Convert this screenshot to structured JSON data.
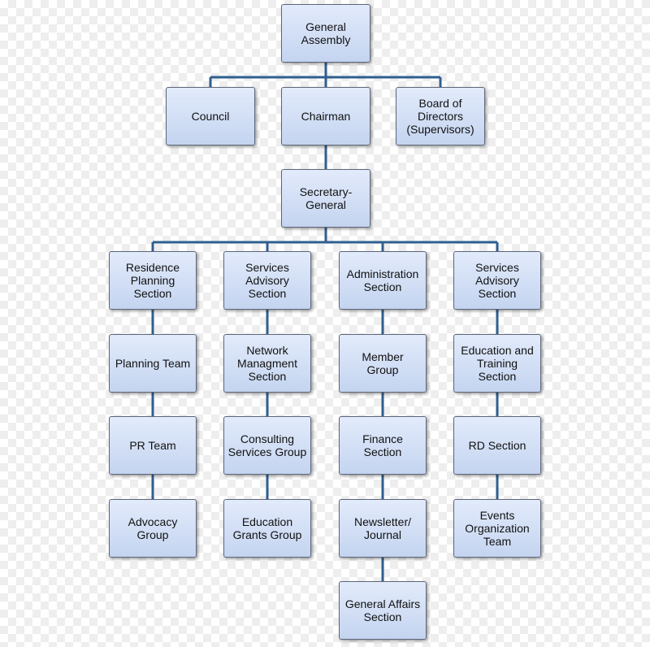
{
  "diagram": {
    "type": "org-chart",
    "colors": {
      "box_fill_top": "#e2ebfb",
      "box_fill_bottom": "#c4d4f0",
      "box_border": "#5d6678",
      "connector": "#2f5f8f",
      "text": "#111111"
    },
    "nodes": [
      {
        "id": "general-assembly",
        "label": "General\nAssembly"
      },
      {
        "id": "council",
        "label": "Council"
      },
      {
        "id": "chairman",
        "label": "Chairman"
      },
      {
        "id": "board-of-directors",
        "label": "Board of\nDirectors\n(Supervisors)"
      },
      {
        "id": "secretary-general",
        "label": "Secretary-\nGeneral"
      },
      {
        "id": "residence-planning-section",
        "label": "Residence\nPlanning\nSection"
      },
      {
        "id": "services-advisory-section-1",
        "label": "Services\nAdvisory\nSection"
      },
      {
        "id": "administration-section",
        "label": "Administration\nSection"
      },
      {
        "id": "services-advisory-section-2",
        "label": "Services\nAdvisory\nSection"
      },
      {
        "id": "planning-team",
        "label": "Planning Team"
      },
      {
        "id": "network-managment-section",
        "label": "Network\nManagment\nSection"
      },
      {
        "id": "member-group",
        "label": "Member\nGroup"
      },
      {
        "id": "education-and-training-section",
        "label": "Education and\nTraining\nSection"
      },
      {
        "id": "pr-team",
        "label": "PR Team"
      },
      {
        "id": "consulting-services-group",
        "label": "Consulting\nServices Group"
      },
      {
        "id": "finance-section",
        "label": "Finance\nSection"
      },
      {
        "id": "rd-section",
        "label": "RD Section"
      },
      {
        "id": "advocacy-group",
        "label": "Advocacy\nGroup"
      },
      {
        "id": "education-grants-group",
        "label": "Education\nGrants Group"
      },
      {
        "id": "newsletter-journal",
        "label": "Newsletter/\nJournal"
      },
      {
        "id": "events-organization-team",
        "label": "Events\nOrganization\nTeam"
      },
      {
        "id": "general-affairs-section",
        "label": "General Affairs\nSection"
      }
    ],
    "edges": [
      [
        "general-assembly",
        "council"
      ],
      [
        "general-assembly",
        "chairman"
      ],
      [
        "general-assembly",
        "board-of-directors"
      ],
      [
        "chairman",
        "secretary-general"
      ],
      [
        "secretary-general",
        "residence-planning-section"
      ],
      [
        "secretary-general",
        "services-advisory-section-1"
      ],
      [
        "secretary-general",
        "administration-section"
      ],
      [
        "secretary-general",
        "services-advisory-section-2"
      ],
      [
        "residence-planning-section",
        "planning-team"
      ],
      [
        "planning-team",
        "pr-team"
      ],
      [
        "pr-team",
        "advocacy-group"
      ],
      [
        "services-advisory-section-1",
        "network-managment-section"
      ],
      [
        "network-managment-section",
        "consulting-services-group"
      ],
      [
        "consulting-services-group",
        "education-grants-group"
      ],
      [
        "administration-section",
        "member-group"
      ],
      [
        "member-group",
        "finance-section"
      ],
      [
        "finance-section",
        "newsletter-journal"
      ],
      [
        "newsletter-journal",
        "general-affairs-section"
      ],
      [
        "services-advisory-section-2",
        "education-and-training-section"
      ],
      [
        "education-and-training-section",
        "rd-section"
      ],
      [
        "rd-section",
        "events-organization-team"
      ]
    ]
  }
}
